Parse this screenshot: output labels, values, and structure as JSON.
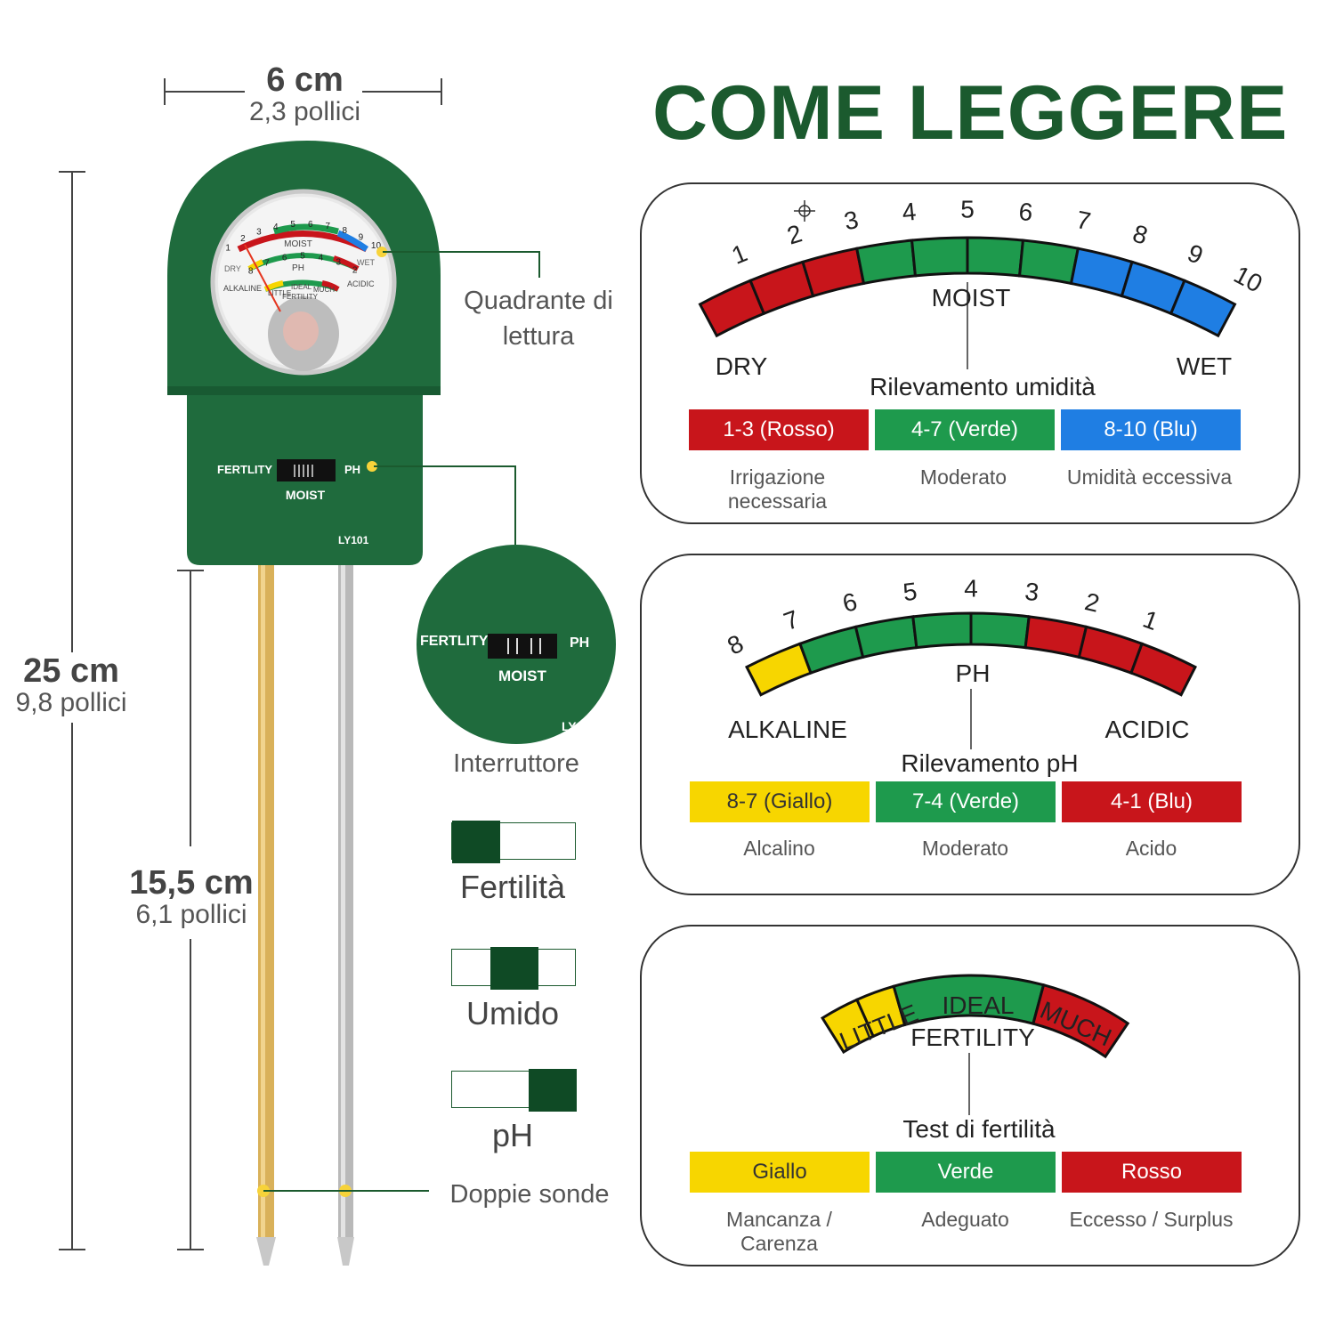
{
  "title": "COME LEGGERE",
  "dimensions": {
    "width": {
      "main": "6 cm",
      "sub": "2,3 pollici"
    },
    "height": {
      "main": "25 cm",
      "sub": "9,8 pollici"
    },
    "probe": {
      "main": "15,5 cm",
      "sub": "6,1 pollici"
    }
  },
  "device": {
    "dial": {
      "moist_scale": [
        "1",
        "2",
        "3",
        "4",
        "5",
        "6",
        "7",
        "8",
        "9",
        "10"
      ],
      "moist_label": "MOIST",
      "ph_scale": [
        "8",
        "7",
        "6",
        "5",
        "4",
        "3",
        "2"
      ],
      "ph_label": "PH",
      "dry": "DRY",
      "wet": "WET",
      "alkaline": "ALKALINE",
      "acidic": "ACIDIC",
      "little": "LITTLE",
      "ideal": "IDEAL",
      "much": "MUCH",
      "fertility": "FERTILITY"
    },
    "switch_left": "FERTLITY",
    "switch_right": "PH",
    "switch_bottom": "MOIST",
    "model": "LY101"
  },
  "callouts": {
    "dial": "Quadrante di lettura",
    "switch": "Interruttore",
    "probes": "Doppie sonde"
  },
  "zoom": {
    "left": "FERTLITY",
    "right": "PH",
    "bottom": "MOIST",
    "edge": "LY"
  },
  "switch_modes": [
    {
      "label": "Fertilità",
      "position": "left"
    },
    {
      "label": "Umido",
      "position": "center"
    },
    {
      "label": "pH",
      "position": "right"
    }
  ],
  "panels": {
    "moisture": {
      "scale": [
        "1",
        "2",
        "3",
        "4",
        "5",
        "6",
        "7",
        "8",
        "9",
        "10"
      ],
      "center_label": "MOIST",
      "left_label": "DRY",
      "right_label": "WET",
      "heading": "Rilevamento umidità",
      "legend": [
        {
          "label": "1-3 (Rosso)",
          "color": "#c8151b",
          "caption": "Irrigazione necessaria"
        },
        {
          "label": "4-7 (Verde)",
          "color": "#1e9a4d",
          "caption": "Moderato"
        },
        {
          "label": "8-10 (Blu)",
          "color": "#1f7ee3",
          "caption": "Umidità eccessiva"
        }
      ]
    },
    "ph": {
      "scale": [
        "8",
        "7",
        "6",
        "5",
        "4",
        "3",
        "2",
        "1"
      ],
      "center_label": "PH",
      "left_label": "ALKALINE",
      "right_label": "ACIDIC",
      "heading": "Rilevamento pH",
      "legend": [
        {
          "label": "8-7 (Giallo)",
          "color": "#f7d600",
          "caption": "Alcalino"
        },
        {
          "label": "7-4 (Verde)",
          "color": "#1e9a4d",
          "caption": "Moderato"
        },
        {
          "label": "4-1 (Blu)",
          "color": "#c8151b",
          "caption": "Acido"
        }
      ]
    },
    "fertility": {
      "little": "LITTLE",
      "ideal": "IDEAL",
      "much": "MUCH",
      "center_label": "FERTILITY",
      "heading": "Test di fertilità",
      "legend": [
        {
          "label": "Giallo",
          "color": "#f7d600",
          "caption": "Mancanza / Carenza"
        },
        {
          "label": "Verde",
          "color": "#1e9a4d",
          "caption": "Adeguato"
        },
        {
          "label": "Rosso",
          "color": "#c8151b",
          "caption": "Eccesso / Surplus"
        }
      ]
    }
  },
  "colors": {
    "brand_green": "#1b5a2e",
    "device_green": "#1f6b3d",
    "red": "#c8151b",
    "green": "#1e9a4d",
    "blue": "#1f7ee3",
    "yellow": "#f7d600"
  }
}
